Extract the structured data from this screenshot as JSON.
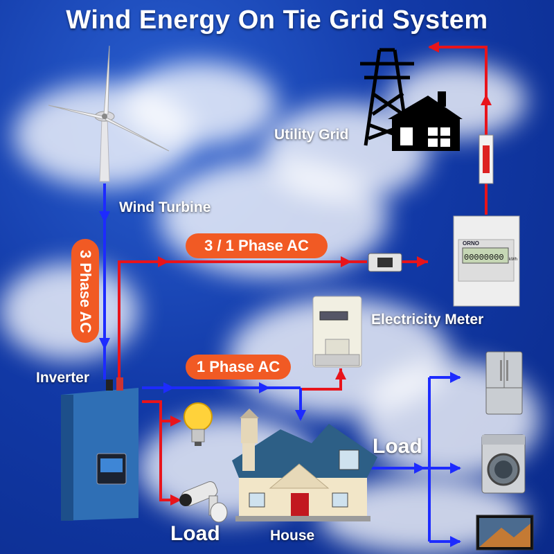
{
  "title": "Wind Energy On Tie Grid System",
  "labels": {
    "wind_turbine": "Wind Turbine",
    "utility_grid": "Utility Grid",
    "electricity_meter": "Electricity Meter",
    "inverter": "Inverter",
    "house": "House",
    "load_left": "Load",
    "load_right": "Load"
  },
  "pills": {
    "three_phase_vertical": "3 Phase AC",
    "three_one_phase": "3 / 1 Phase AC",
    "one_phase": "1 Phase AC"
  },
  "meter": {
    "brand": "ORNO",
    "display": "00000000",
    "unit": "kWh"
  },
  "colors": {
    "sky": "#123aa8",
    "red_line": "#e8141b",
    "blue_line": "#1d2bff",
    "pill": "#f15a24",
    "inverter_body": "#3b7fc4"
  }
}
